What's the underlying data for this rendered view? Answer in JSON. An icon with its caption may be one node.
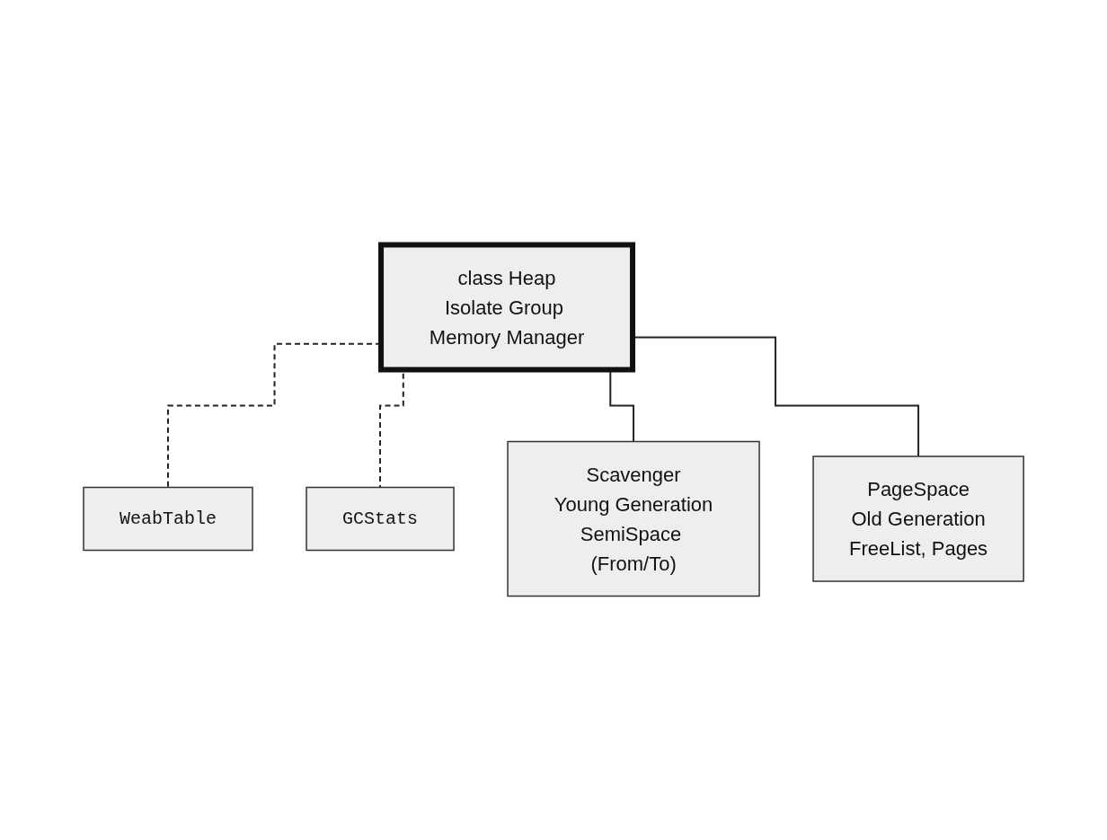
{
  "diagram": {
    "nodes": [
      {
        "text": [
          "class Heap",
          "Isolate Group Memory Manager"
        ]
      },
      {
        "text": [
          "WeabTable"
        ]
      },
      {
        "text": [
          "GCStats"
        ]
      },
      {
        "text": [
          "Scavenger",
          "Young Generation",
          "SemiSpace (From/To)"
        ]
      },
      {
        "text": [
          "PageSpace",
          "Old Generation",
          "FreeList, Pages"
        ]
      }
    ],
    "edges": [
      {
        "from": 0,
        "to": 1,
        "arrow": "none",
        "style": "dashed"
      },
      {
        "from": 0,
        "to": 2,
        "arrow": "none",
        "style": "dashed"
      },
      {
        "from": 0,
        "to": 3,
        "arrow": "none"
      },
      {
        "from": 0,
        "to": 4,
        "arrow": "none"
      }
    ]
  }
}
